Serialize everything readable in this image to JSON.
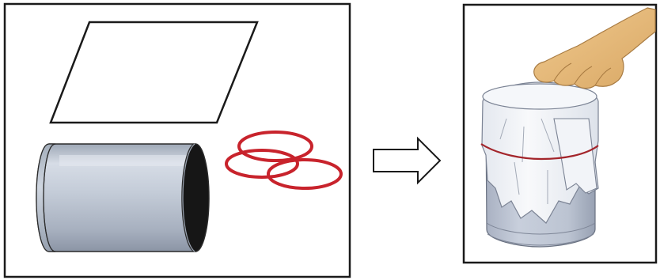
{
  "diagram": {
    "left_panel": {
      "items": [
        "paper-sheet",
        "container-cylinder",
        "rubber-bands"
      ],
      "band_color": "#c8232c"
    },
    "arrow": {
      "direction": "right"
    },
    "right_panel": {
      "items": [
        "covered-container",
        "hand",
        "paper-cover",
        "rubber-band"
      ],
      "band_color": "#a3252b"
    }
  }
}
